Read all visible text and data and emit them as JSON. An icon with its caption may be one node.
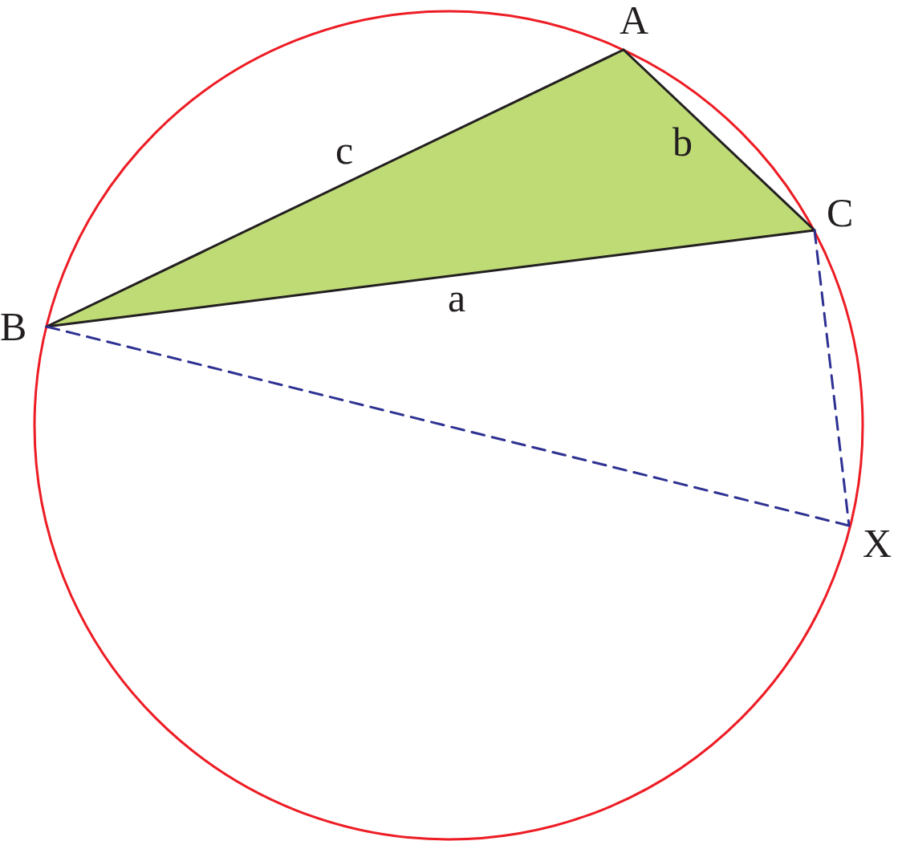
{
  "diagram": {
    "nodes": [
      {
        "text": [
          "A"
        ]
      },
      {
        "text": [
          "B"
        ]
      },
      {
        "text": [
          "C"
        ]
      },
      {
        "text": [
          "X"
        ]
      }
    ],
    "edges": [
      {
        "from": 0,
        "to": 1,
        "arrow": "none",
        "label": "c"
      },
      {
        "from": 0,
        "to": 2,
        "arrow": "none",
        "label": "b"
      },
      {
        "from": 1,
        "to": 2,
        "arrow": "none",
        "label": "a"
      },
      {
        "from": 1,
        "to": 3,
        "arrow": "none",
        "style": "dashed",
        "color": "#2e3192"
      },
      {
        "from": 2,
        "to": 3,
        "arrow": "none",
        "style": "dashed",
        "color": "#2e3192"
      }
    ]
  }
}
